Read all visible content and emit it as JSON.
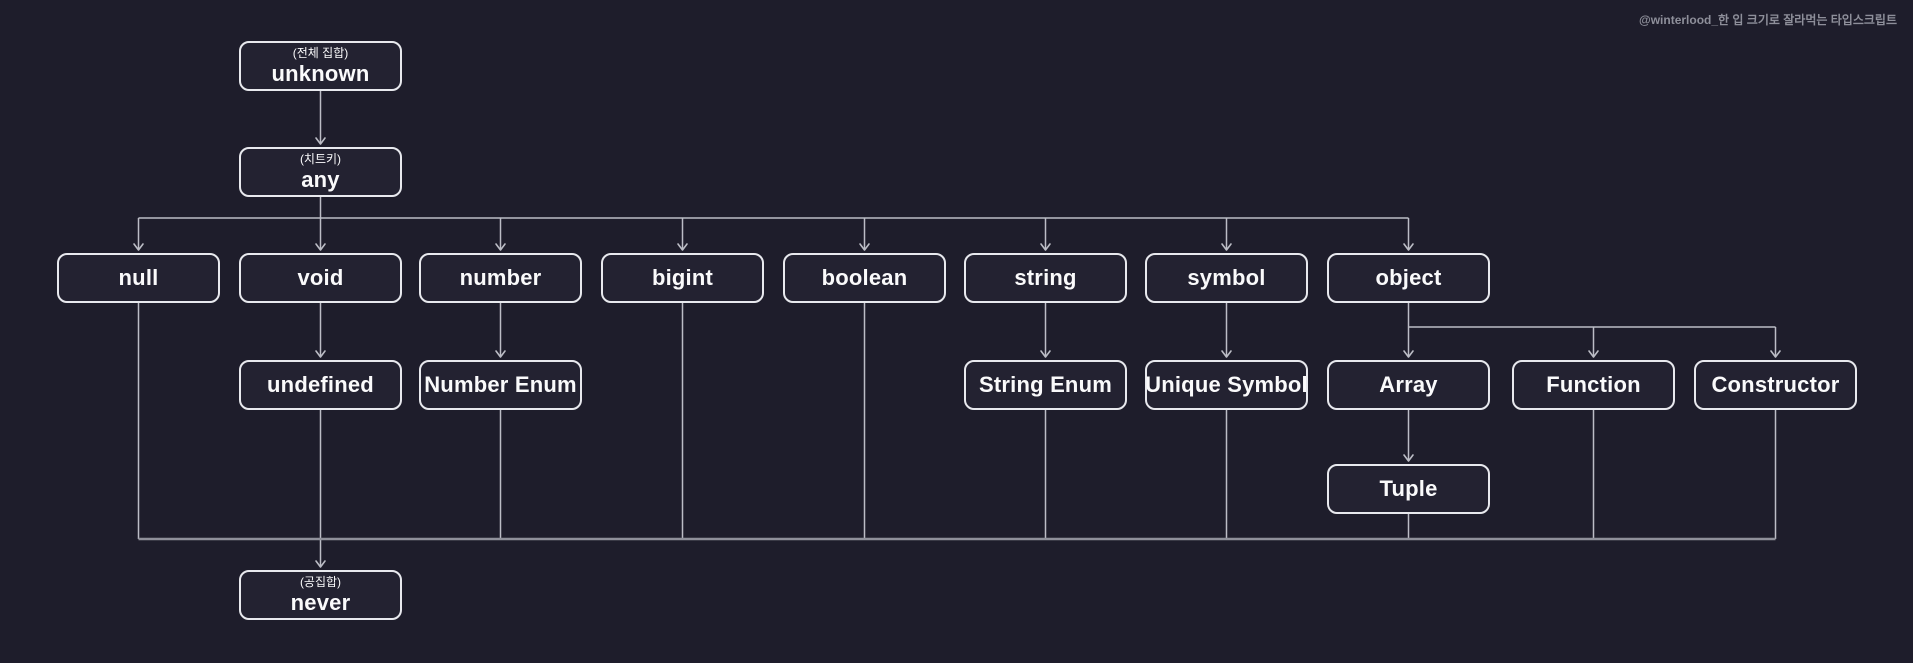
{
  "watermark": "@winterlood_한 입 크기로 잘라먹는 타입스크립트",
  "colors": {
    "background": "#1e1d2b",
    "node_fill": "#232231",
    "node_border": "#e8e9ee",
    "text": "#fafafb",
    "connector": "#bcbdc6",
    "bottom_bus": "#8f909a",
    "watermark": "#8e8f9a"
  },
  "nodes": [
    {
      "id": "unknown",
      "label": "unknown",
      "sublabel": "(전체 집합)"
    },
    {
      "id": "any",
      "label": "any",
      "sublabel": "(치트키)"
    },
    {
      "id": "null",
      "label": "null"
    },
    {
      "id": "void",
      "label": "void"
    },
    {
      "id": "number",
      "label": "number"
    },
    {
      "id": "bigint",
      "label": "bigint"
    },
    {
      "id": "boolean",
      "label": "boolean"
    },
    {
      "id": "string",
      "label": "string"
    },
    {
      "id": "symbol",
      "label": "symbol"
    },
    {
      "id": "object",
      "label": "object"
    },
    {
      "id": "undefined",
      "label": "undefined"
    },
    {
      "id": "number-enum",
      "label": "Number Enum"
    },
    {
      "id": "string-enum",
      "label": "String Enum"
    },
    {
      "id": "unique-symbol",
      "label": "Unique Symbol"
    },
    {
      "id": "array",
      "label": "Array"
    },
    {
      "id": "function",
      "label": "Function"
    },
    {
      "id": "constructor",
      "label": "Constructor"
    },
    {
      "id": "tuple",
      "label": "Tuple"
    },
    {
      "id": "never",
      "label": "never",
      "sublabel": "(공집합)"
    }
  ],
  "edges": {
    "direct_arrows": [
      [
        "unknown",
        "any"
      ],
      [
        "void",
        "undefined"
      ],
      [
        "number",
        "number-enum"
      ],
      [
        "string",
        "string-enum"
      ],
      [
        "symbol",
        "unique-symbol"
      ],
      [
        "object",
        "array"
      ],
      [
        "array",
        "tuple"
      ]
    ],
    "any_children": [
      "null",
      "void",
      "number",
      "bigint",
      "boolean",
      "string",
      "symbol",
      "object"
    ],
    "object_bus_children": [
      "function",
      "constructor"
    ],
    "to_never": [
      "null",
      "undefined",
      "number-enum",
      "bigint",
      "boolean",
      "string-enum",
      "unique-symbol",
      "tuple",
      "function",
      "constructor"
    ],
    "never_arrow_source": "undefined",
    "sink": "never"
  }
}
